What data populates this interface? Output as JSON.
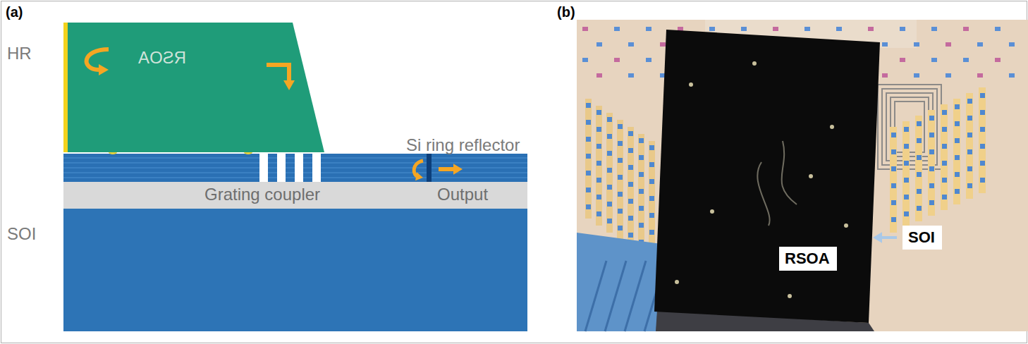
{
  "diagram": {
    "nodes": [
      {
        "text": [
          "RSOA"
        ]
      },
      {
        "text": [
          "RSOA"
        ]
      },
      {
        "text": [
          "SOI"
        ]
      }
    ],
    "labels": [
      "(a)",
      "HR",
      "Si ring reflector",
      "Grating coupler",
      "Output",
      "SOI",
      "(b)"
    ]
  }
}
